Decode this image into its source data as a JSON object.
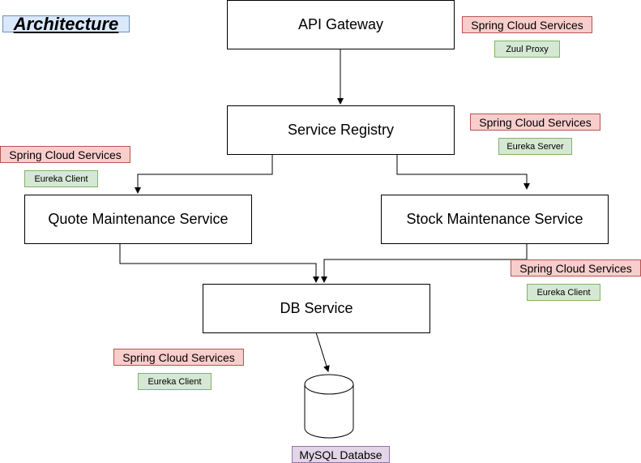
{
  "title": "Architecture",
  "nodes": {
    "api_gateway": "API Gateway",
    "service_registry": "Service Registry",
    "quote_maintenance": "Quote Maintenance Service",
    "stock_maintenance": "Stock Maintenance Service",
    "db_service": "DB Service",
    "database": "MySQL Databse"
  },
  "tags": {
    "spring_cloud": "Spring Cloud Services",
    "zuul_proxy": "Zuul Proxy",
    "eureka_server": "Eureka Server",
    "eureka_client": "Eureka Client"
  },
  "colors": {
    "tag_red_fill": "#f8cecc",
    "tag_green_fill": "#d5e8d4",
    "tag_purple_fill": "#e1d5e7",
    "title_fill": "#dae8fc"
  }
}
